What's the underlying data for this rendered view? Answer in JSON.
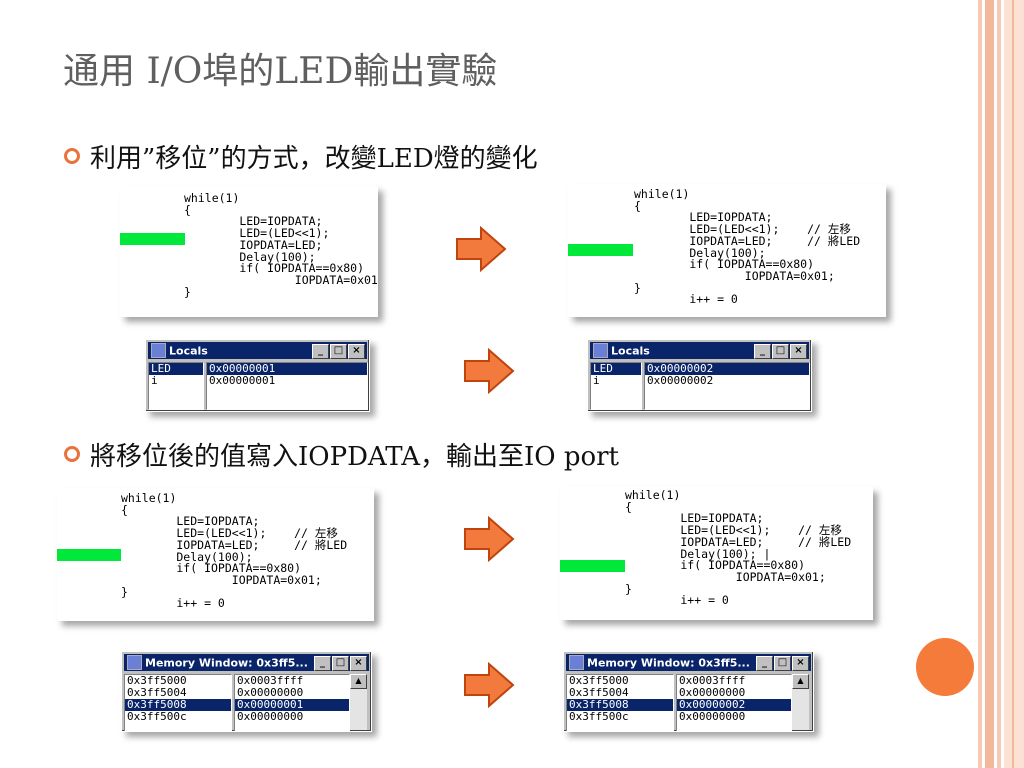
{
  "slide": {
    "title": "通用 I/O埠的LED輸出實驗",
    "bullets": [
      "利用”移位”的方式，改變LED燈的變化",
      "將移位後的值寫入IOPDATA，輸出至IO port"
    ]
  },
  "colors": {
    "accent": "#e8733d",
    "arrow_fill": "#f37a3d",
    "arrow_stroke": "#c1440e",
    "highlight_bar": "#00e83a",
    "title_bar": "#0a246a",
    "stripe": "#f3b79a"
  },
  "code_panels": {
    "p1": "while(1)\n{\n        LED=IOPDATA;\n        LED=(LED<<1);\n        IOPDATA=LED;\n        Delay(100);\n        if( IOPDATA==0x80)\n                IOPDATA=0x01;\n}",
    "p2": "while(1)\n{\n        LED=IOPDATA;\n        LED=(LED<<1);    // 左移\n        IOPDATA=LED;     // 將LED\n        Delay(100);\n        if( IOPDATA==0x80)\n                IOPDATA=0x01;\n}\n        i++ = 0",
    "p3": "while(1)\n{\n        LED=IOPDATA;\n        LED=(LED<<1);    // 左移\n        IOPDATA=LED;     // 將LED\n        Delay(100);\n        if( IOPDATA==0x80)\n                IOPDATA=0x01;\n}\n        i++ = 0",
    "p4": "while(1)\n{\n        LED=IOPDATA;\n        LED=(LED<<1);    // 左移\n        IOPDATA=LED;     // 將LED\n        Delay(100); |\n        if( IOPDATA==0x80)\n                IOPDATA=0x01;\n}\n        i++ = 0"
  },
  "locals_windows": {
    "title": "Locals",
    "buttons": [
      "_",
      "□",
      "×"
    ],
    "left": {
      "names": [
        "LED",
        "i"
      ],
      "values": [
        "0x00000001",
        "0x00000001"
      ]
    },
    "right": {
      "names": [
        "LED",
        "i"
      ],
      "values": [
        "0x00000002",
        "0x00000002"
      ]
    }
  },
  "memory_windows": {
    "title": "Memory Window: 0x3ff5...",
    "addresses": [
      "0x3ff5000",
      "0x3ff5004",
      "0x3ff5008",
      "0x3ff500c"
    ],
    "left_values": [
      "0x0003ffff",
      "0x00000000",
      "0x00000001",
      "0x00000000"
    ],
    "right_values": [
      "0x0003ffff",
      "0x00000000",
      "0x00000002",
      "0x00000000"
    ],
    "selected_row": 2
  },
  "icons": {
    "arrow": "right-arrow-icon",
    "window": "app-icon",
    "bullet": "ring-bullet-icon"
  }
}
